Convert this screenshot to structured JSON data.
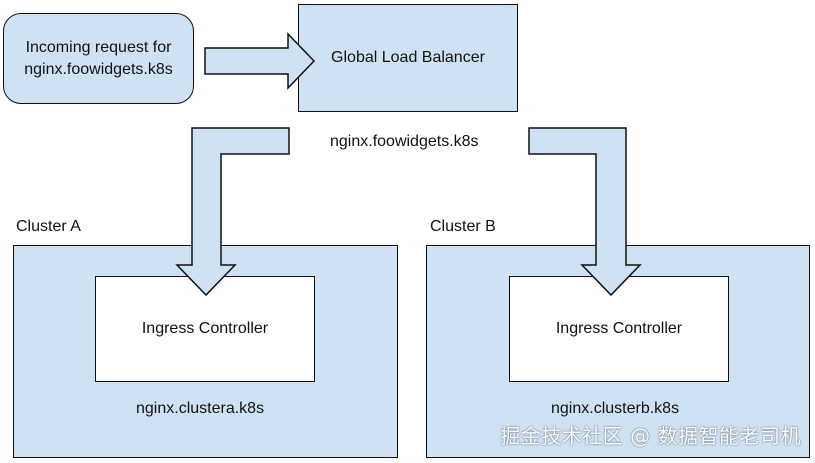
{
  "nodes": {
    "incoming": "Incoming request for nginx.foowidgets.k8s",
    "glb": "Global Load Balancer",
    "glb_dns": "nginx.foowidgets.k8s",
    "cluster_a": {
      "title": "Cluster A",
      "controller": "Ingress Controller",
      "dns": "nginx.clustera.k8s"
    },
    "cluster_b": {
      "title": "Cluster B",
      "controller": "Ingress Controller",
      "dns": "nginx.clusterb.k8s"
    }
  },
  "watermark": "掘金技术社区 @ 数据智能老司机",
  "colors": {
    "fill": "#cfe2f3",
    "stroke": "#111111"
  }
}
